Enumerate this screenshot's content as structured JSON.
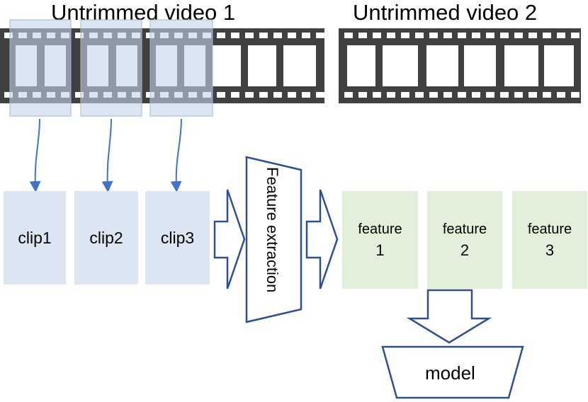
{
  "titles": {
    "video1": "Untrimmed video 1",
    "video2": "Untrimmed video 2"
  },
  "clips": [
    {
      "label": "clip1"
    },
    {
      "label": "clip2"
    },
    {
      "label": "clip3"
    }
  ],
  "extractor": {
    "label": "Feature extraction"
  },
  "features": [
    {
      "word": "feature",
      "num": "1"
    },
    {
      "word": "feature",
      "num": "2"
    },
    {
      "word": "feature",
      "num": "3"
    }
  ],
  "model": {
    "label": "model"
  },
  "colors": {
    "film": "#404040",
    "clip_fill": "#dce6f2",
    "feature_fill": "#e2efda",
    "outline": "#2f4f8f",
    "arrow": "#4472c4"
  }
}
